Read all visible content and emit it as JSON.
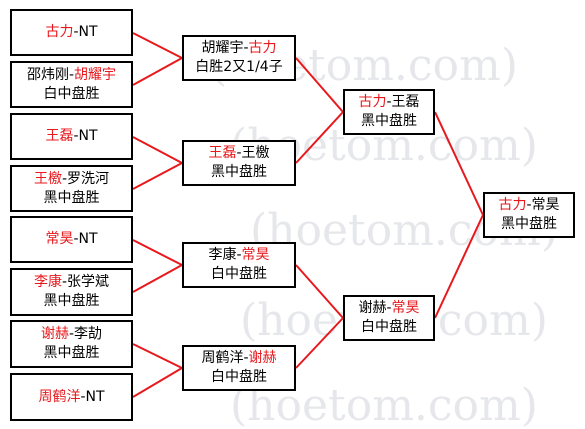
{
  "watermark": "(hoetom.com)",
  "colors": {
    "winner": "#e8181c",
    "line": "#e8181c",
    "border": "#000000"
  },
  "boxes": [
    {
      "id": "r1-1",
      "l1": [
        {
          "t": "古力",
          "w": true
        },
        {
          "t": "-NT",
          "w": false
        }
      ],
      "l2": ""
    },
    {
      "id": "r1-2",
      "l1": [
        {
          "t": "邵炜刚-",
          "w": false
        },
        {
          "t": "胡耀宇",
          "w": true
        }
      ],
      "l2": "白中盘胜"
    },
    {
      "id": "r1-3",
      "l1": [
        {
          "t": "王磊",
          "w": true
        },
        {
          "t": "-NT",
          "w": false
        }
      ],
      "l2": ""
    },
    {
      "id": "r1-4",
      "l1": [
        {
          "t": "王檄",
          "w": true
        },
        {
          "t": "-罗洗河",
          "w": false
        }
      ],
      "l2": "黑中盘胜"
    },
    {
      "id": "r1-5",
      "l1": [
        {
          "t": "常昊",
          "w": true
        },
        {
          "t": "-NT",
          "w": false
        }
      ],
      "l2": ""
    },
    {
      "id": "r1-6",
      "l1": [
        {
          "t": "李康",
          "w": true
        },
        {
          "t": "-张学斌",
          "w": false
        }
      ],
      "l2": "黑中盘胜"
    },
    {
      "id": "r1-7",
      "l1": [
        {
          "t": "谢赫",
          "w": true
        },
        {
          "t": "-李劼",
          "w": false
        }
      ],
      "l2": "黑中盘胜"
    },
    {
      "id": "r1-8",
      "l1": [
        {
          "t": "周鹤洋",
          "w": true
        },
        {
          "t": "-NT",
          "w": false
        }
      ],
      "l2": ""
    },
    {
      "id": "r2-1",
      "l1": [
        {
          "t": "胡耀宇-",
          "w": false
        },
        {
          "t": "古力",
          "w": true
        }
      ],
      "l2": "白胜2又1/4子"
    },
    {
      "id": "r2-2",
      "l1": [
        {
          "t": "王磊",
          "w": true
        },
        {
          "t": "-王檄",
          "w": false
        }
      ],
      "l2": "黑中盘胜"
    },
    {
      "id": "r2-3",
      "l1": [
        {
          "t": "李康-",
          "w": false
        },
        {
          "t": "常昊",
          "w": true
        }
      ],
      "l2": "白中盘胜"
    },
    {
      "id": "r2-4",
      "l1": [
        {
          "t": "周鹤洋-",
          "w": false
        },
        {
          "t": "谢赫",
          "w": true
        }
      ],
      "l2": "白中盘胜"
    },
    {
      "id": "r3-1",
      "l1": [
        {
          "t": "古力",
          "w": true
        },
        {
          "t": "-王磊",
          "w": false
        }
      ],
      "l2": "黑中盘胜"
    },
    {
      "id": "r3-2",
      "l1": [
        {
          "t": "谢赫-",
          "w": false
        },
        {
          "t": "常昊",
          "w": true
        }
      ],
      "l2": "白中盘胜"
    },
    {
      "id": "final",
      "l1": [
        {
          "t": "古力",
          "w": true
        },
        {
          "t": "-常昊",
          "w": false
        }
      ],
      "l2": "黑中盘胜"
    }
  ]
}
